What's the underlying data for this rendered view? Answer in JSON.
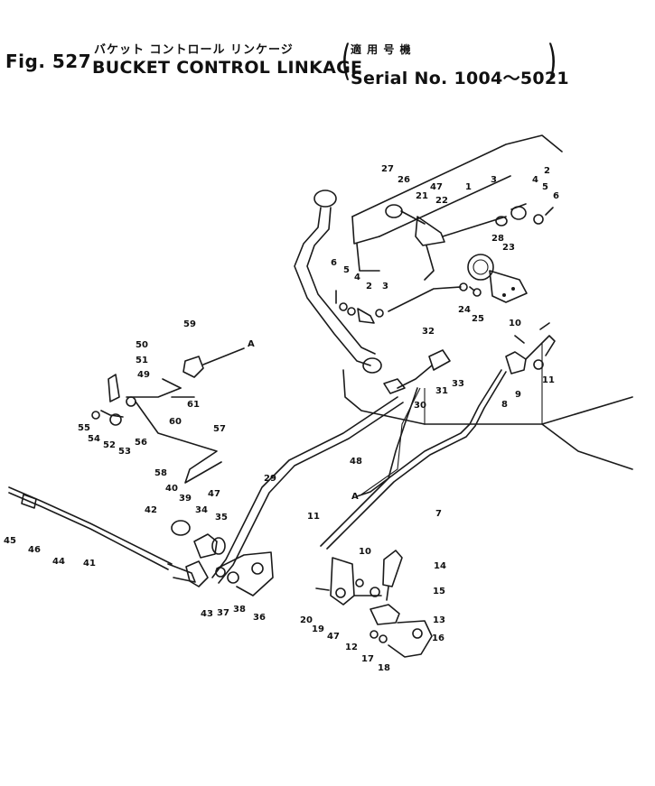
{
  "header": {
    "fig_number": "Fig. 527",
    "title_jp": "バケット コントロール リンケージ",
    "title_en": "BUCKET CONTROL LINKAGE",
    "serial_jp": "適 用 号 機",
    "serial_en": "Serial No. 1004～5021",
    "paren_open": "(",
    "paren_close": ")"
  },
  "diagram": {
    "part_labels": [
      "1",
      "2",
      "3",
      "4",
      "5",
      "6",
      "7",
      "8",
      "9",
      "10",
      "11",
      "12",
      "13",
      "14",
      "15",
      "16",
      "17",
      "18",
      "19",
      "20",
      "21",
      "22",
      "23",
      "24",
      "25",
      "26",
      "27",
      "28",
      "29",
      "30",
      "31",
      "32",
      "33",
      "34",
      "35",
      "36",
      "37",
      "38",
      "39",
      "40",
      "41",
      "42",
      "43",
      "44",
      "45",
      "46",
      "47",
      "48",
      "49",
      "50",
      "51",
      "52",
      "53",
      "54",
      "55",
      "56",
      "57",
      "58",
      "59",
      "60",
      "61",
      "A"
    ]
  }
}
